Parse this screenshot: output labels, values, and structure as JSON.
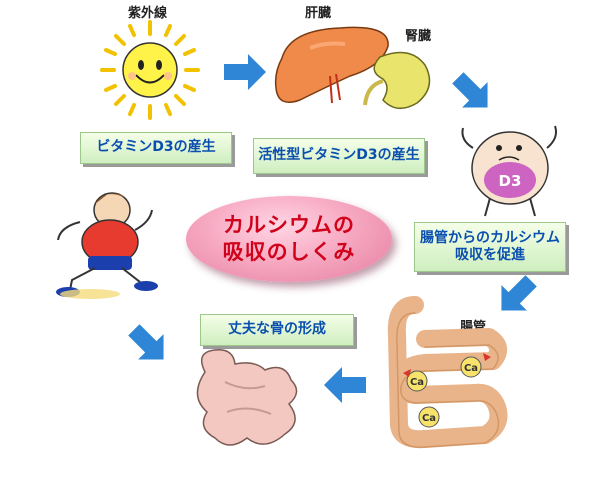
{
  "title_line1": "カルシウムの",
  "title_line2": "吸収のしくみ",
  "labels": {
    "uv": "紫外線",
    "liver": "肝臓",
    "kidney": "腎臓",
    "intestine": "腸管"
  },
  "steps": {
    "vitd3_production": "ビタミンD3の産生",
    "active_vitd3": "活性型ビタミンD3の産生",
    "absorption_line1": "腸管からのカルシウム",
    "absorption_line2": "吸収を促進",
    "bone_formation": "丈夫な骨の形成"
  },
  "d3_badge": "D3",
  "ca_symbol": "Ca",
  "colors": {
    "arrow": "#2f86d6",
    "title_text": "#d0021b",
    "step_text": "#0a4fb0",
    "oval": "#f7a9c2",
    "box_bg": "#d7f0c8"
  }
}
